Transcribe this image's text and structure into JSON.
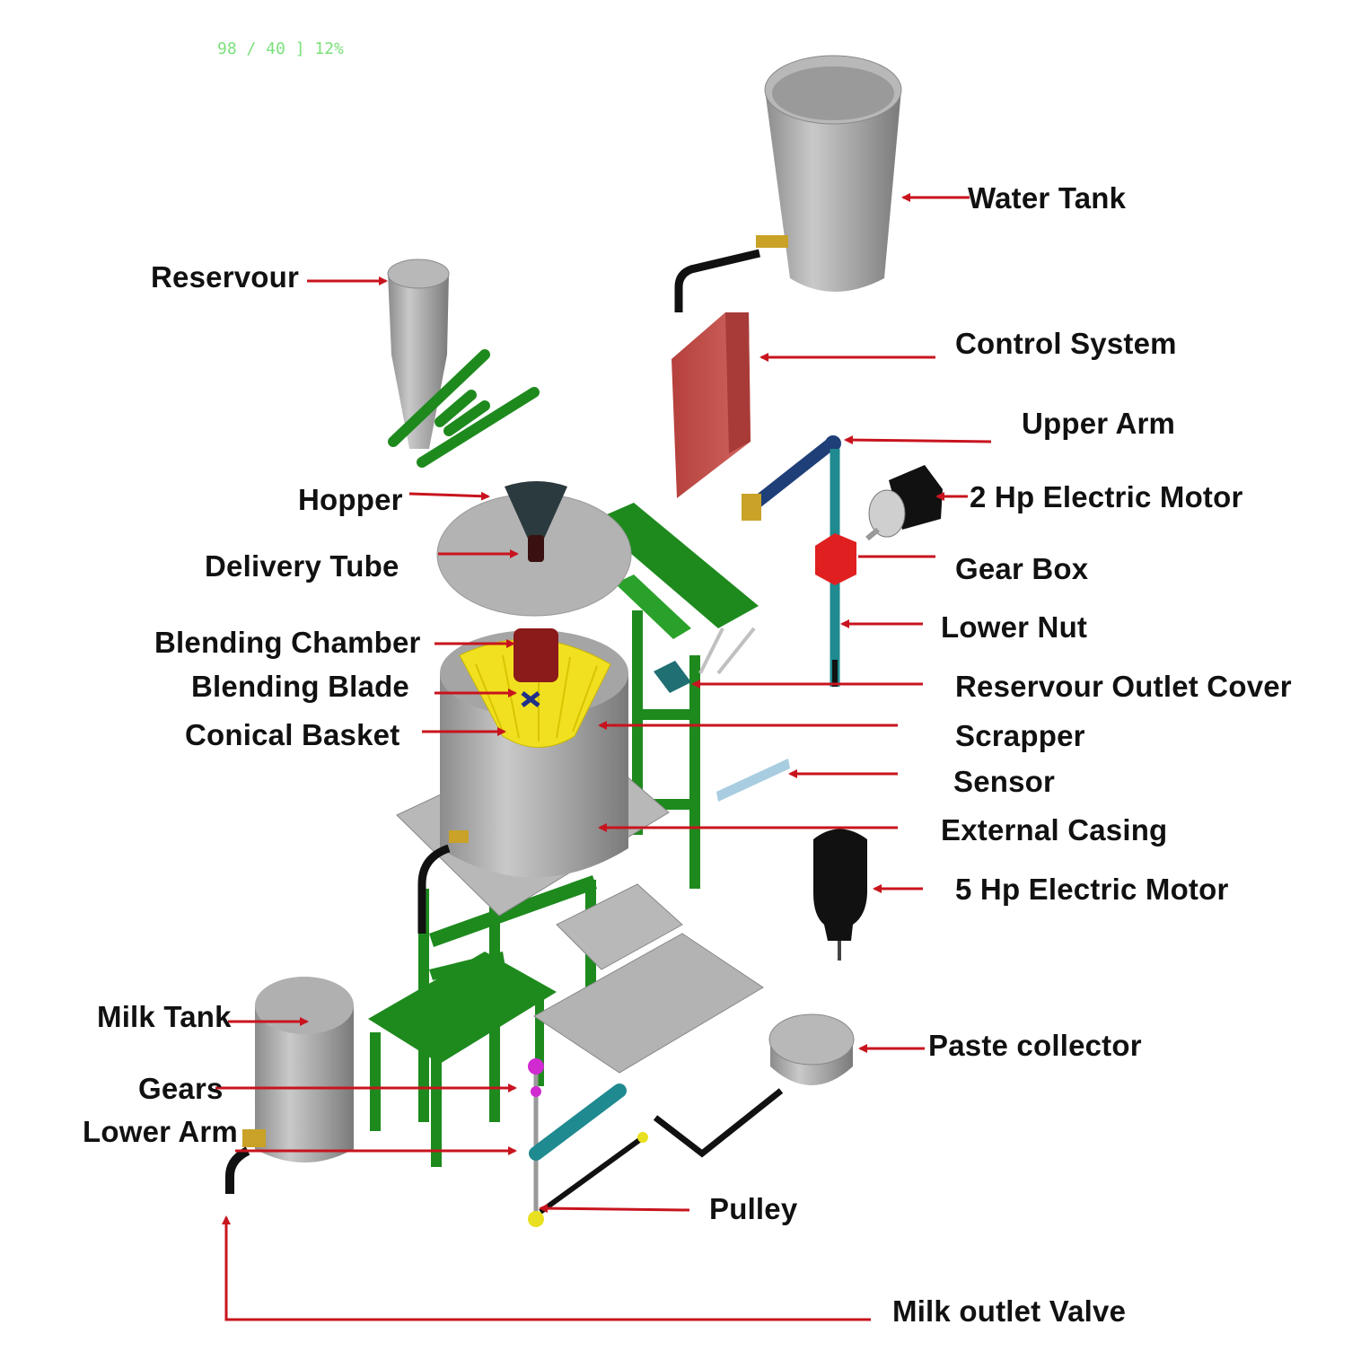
{
  "hud_text": "98 / 40 ]   12%",
  "colors": {
    "frame": "#1e8a1e",
    "arrow": "#c8141e",
    "steel": "#a8a8a8",
    "control_box": "#c0504d",
    "basket": "#f0e020",
    "arm": "#1f8a8f"
  },
  "labels": {
    "water_tank": "Water Tank",
    "reservour": "Reservour",
    "control_system": "Control System",
    "upper_arm": "Upper Arm",
    "hopper": "Hopper",
    "motor_2hp": "2 Hp Electric Motor",
    "delivery_tube": "Delivery Tube",
    "gear_box": "Gear Box",
    "lower_nut": "Lower Nut",
    "blending_chamber": "Blending Chamber",
    "blending_blade": "Blending Blade",
    "reservour_outlet_cover": "Reservour Outlet Cover",
    "scrapper": "Scrapper",
    "conical_basket": "Conical Basket",
    "sensor": "Sensor",
    "external_casing": "External Casing",
    "motor_5hp": "5 Hp Electric Motor",
    "milk_tank": "Milk Tank",
    "paste_collector": "Paste collector",
    "gears": "Gears",
    "lower_arm": "Lower Arm",
    "pulley": "Pulley",
    "milk_outlet_valve": "Milk outlet Valve"
  }
}
